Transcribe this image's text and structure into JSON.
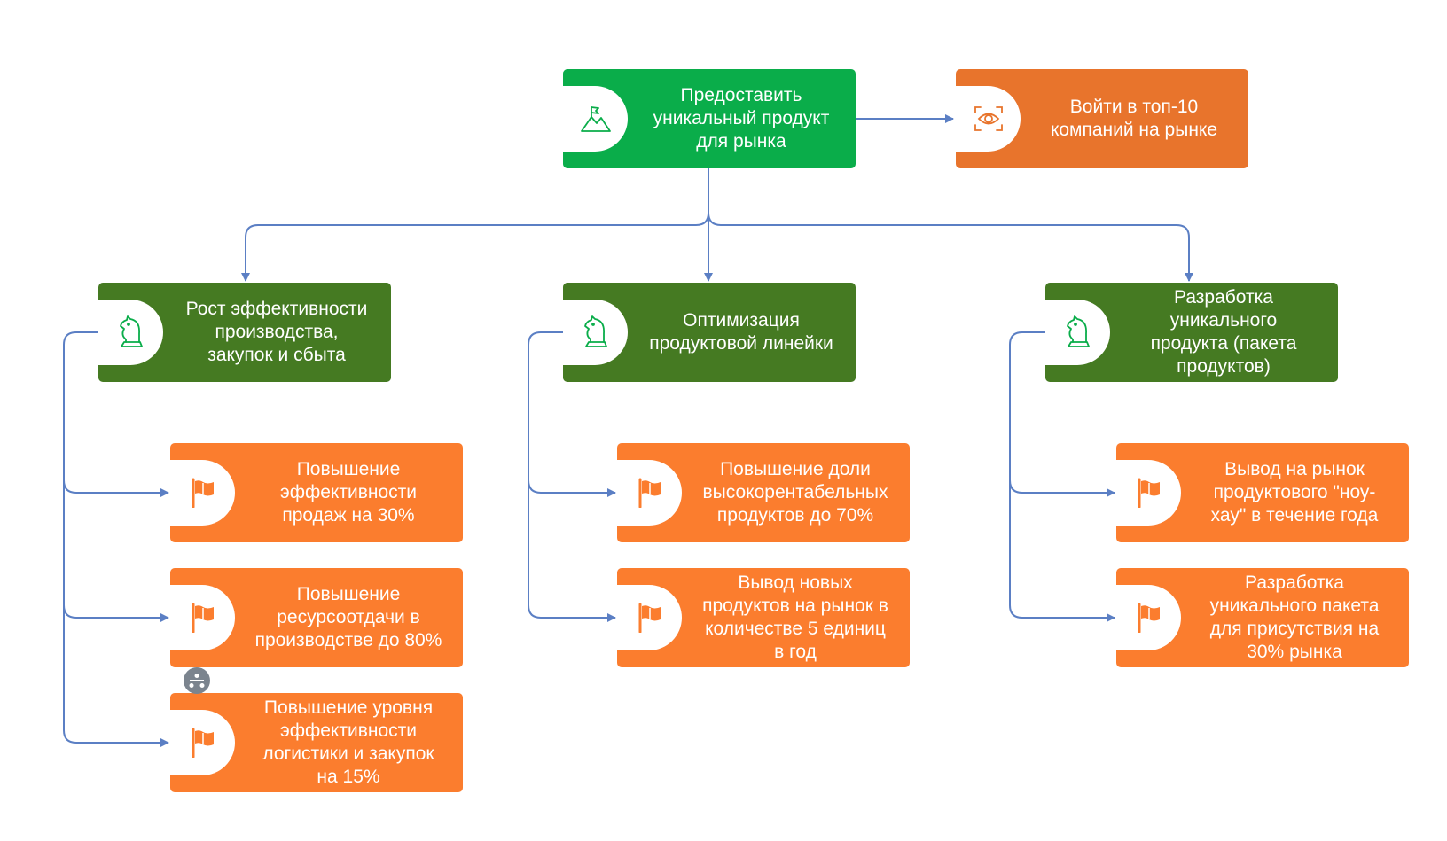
{
  "colors": {
    "goal": "#0aad4a",
    "vision": "#e8742c",
    "strategy": "#457a22",
    "objective": "#fb7d2e",
    "connector": "#5b7fc4"
  },
  "goal": {
    "label": "Предоставить\nуникальный продукт\nдля рынка",
    "icon": "mountain-flag-icon"
  },
  "vision": {
    "label": "Войти в топ-10\nкомпаний на рынке",
    "icon": "eye-icon"
  },
  "strategies": [
    {
      "label": "Рост эффективности\nпроизводства,\nзакупок и сбыта",
      "icon": "chess-knight-icon",
      "objectives": [
        {
          "label": "Повышение\nэффективности\nпродаж на 30%",
          "icon": "flag-icon"
        },
        {
          "label": "Повышение\nресурсоотдачи в\nпроизводстве до 80%",
          "icon": "flag-icon"
        },
        {
          "label": "Повышение уровня\nэффективности\nлогистики и закупок\nна 15%",
          "icon": "flag-icon"
        }
      ]
    },
    {
      "label": "Оптимизация\nпродуктовой линейки",
      "icon": "chess-knight-icon",
      "objectives": [
        {
          "label": "Повышение доли\nвысокорентабельных\nпродуктов до 70%",
          "icon": "flag-icon"
        },
        {
          "label": "Вывод новых\nпродуктов на рынок в\nколичестве 5 единиц\nв год",
          "icon": "flag-icon"
        }
      ]
    },
    {
      "label": "Разработка\nуникального\nпродукта (пакета\nпродуктов)",
      "icon": "chess-knight-icon",
      "objectives": [
        {
          "label": "Вывод на рынок\nпродуктового \"ноу-\nхау\" в течение года",
          "icon": "flag-icon"
        },
        {
          "label": "Разработка\nуникального пакета\nдля присутствия на\n30% рынка",
          "icon": "flag-icon"
        }
      ]
    }
  ]
}
